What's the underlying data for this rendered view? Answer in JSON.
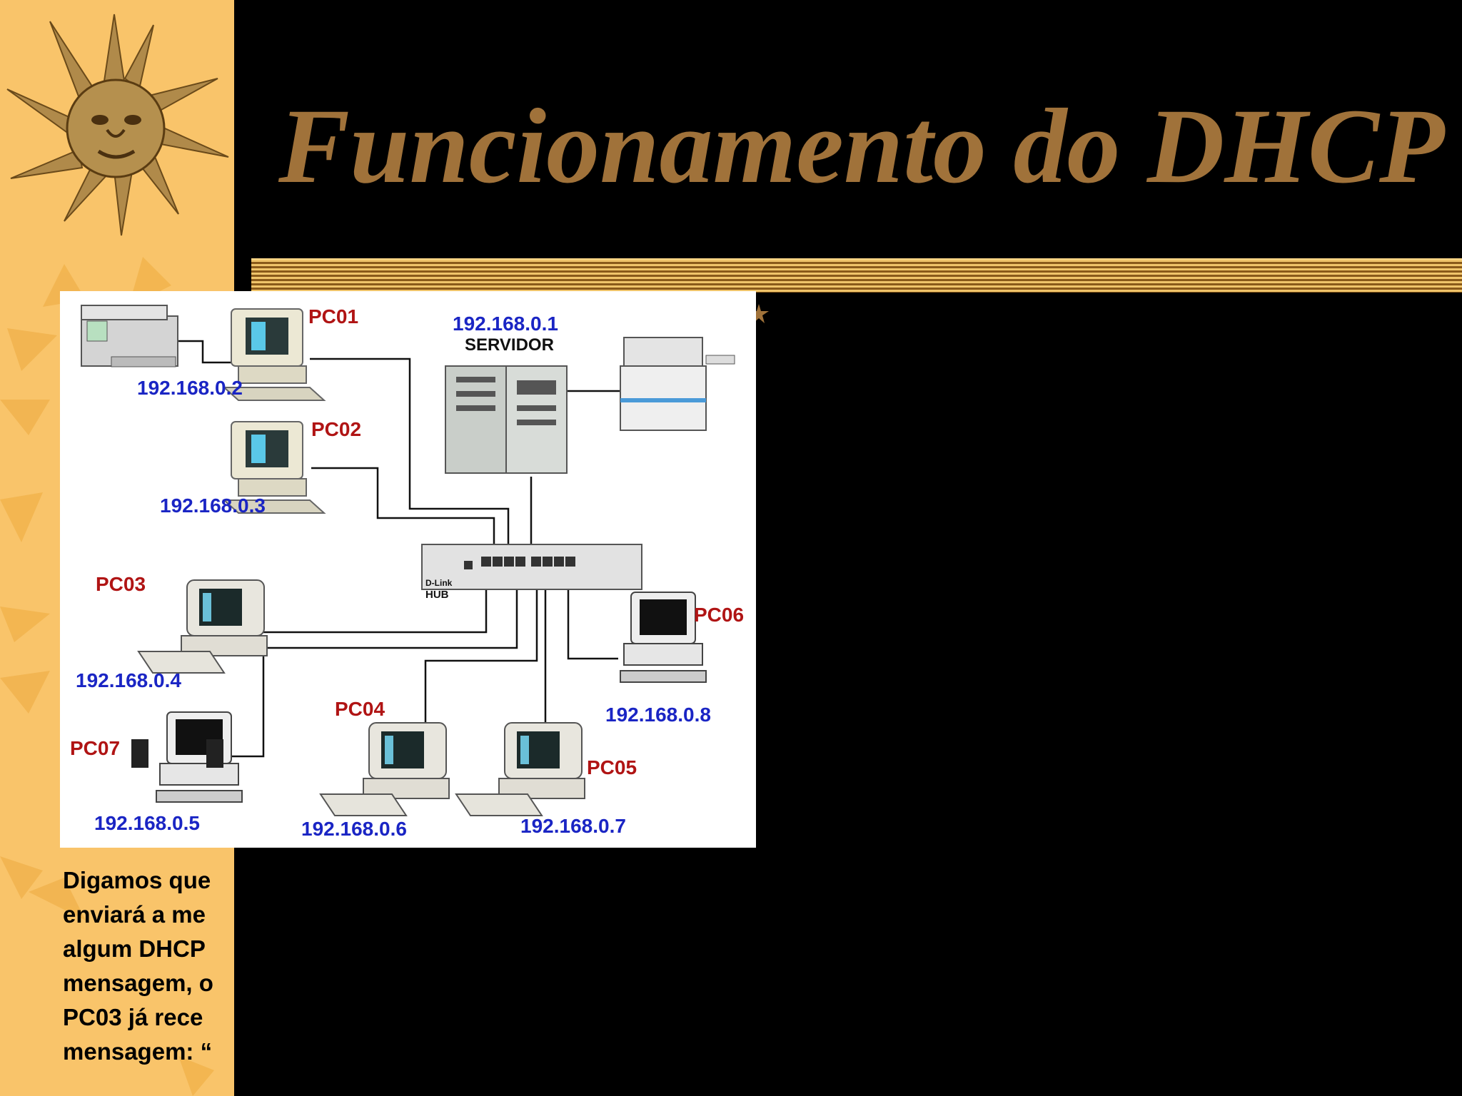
{
  "title": "Funcionamento do DHCP",
  "colors": {
    "sidebar": "#f9c46a",
    "title": "#a0723a",
    "ip_label": "#1a25c4",
    "pc_label": "#b01414"
  },
  "diagram": {
    "server": {
      "ip": "192.168.0.1",
      "label": "SERVIDOR"
    },
    "hub": {
      "brand": "D-Link",
      "label": "HUB"
    },
    "nodes": [
      {
        "name": "PC01",
        "ip": "192.168.0.2"
      },
      {
        "name": "PC02",
        "ip": "192.168.0.3"
      },
      {
        "name": "PC03",
        "ip": "192.168.0.4"
      },
      {
        "name": "PC07",
        "ip": "192.168.0.5"
      },
      {
        "name": "PC04",
        "ip": "192.168.0.6"
      },
      {
        "name": "PC05",
        "ip": "192.168.0.7"
      },
      {
        "name": "PC06",
        "ip": "192.168.0.8"
      }
    ]
  },
  "body_lines": [
    "Digamos que",
    "enviará a me",
    "algum DHCP",
    "mensagem, o",
    "PC03 já rece",
    "mensagem: “"
  ]
}
